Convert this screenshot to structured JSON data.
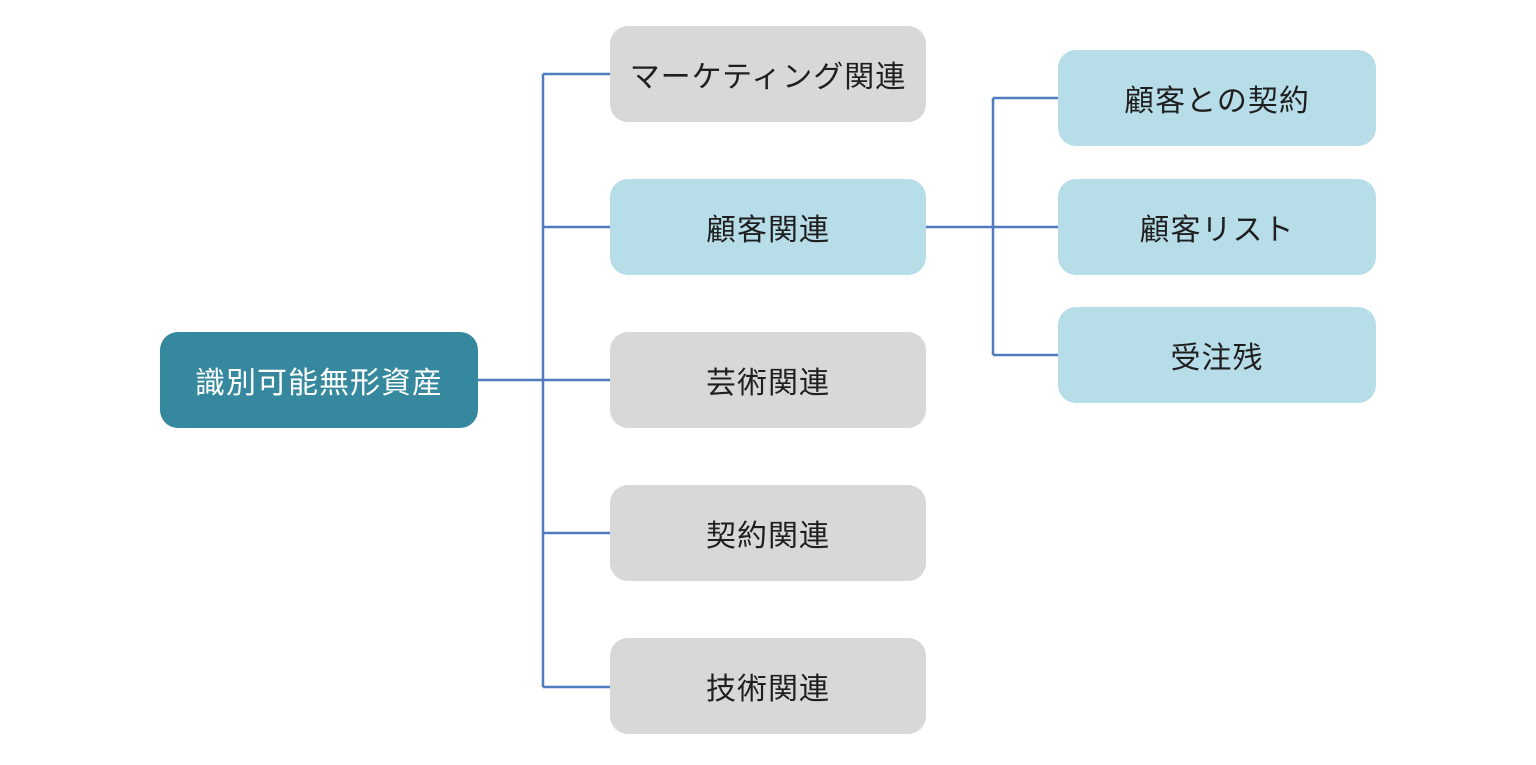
{
  "diagram": {
    "root": {
      "label": "識別可能無形資産"
    },
    "children": [
      {
        "label": "マーケティング関連",
        "variant": "default"
      },
      {
        "label": "顧客関連",
        "variant": "highlight",
        "children": [
          {
            "label": "顧客との契約"
          },
          {
            "label": "顧客リスト"
          },
          {
            "label": "受注残"
          }
        ]
      },
      {
        "label": "芸術関連",
        "variant": "default"
      },
      {
        "label": "契約関連",
        "variant": "default"
      },
      {
        "label": "技術関連",
        "variant": "default"
      }
    ],
    "colors": {
      "root_background": "#35889D",
      "root_text": "#FFFFFF",
      "highlight_background": "#B7DDE8",
      "default_background": "#D8D8D8",
      "node_text": "#1F1F1F",
      "connector": "#4E7CBF",
      "page_background": "#FFFFFF"
    }
  }
}
